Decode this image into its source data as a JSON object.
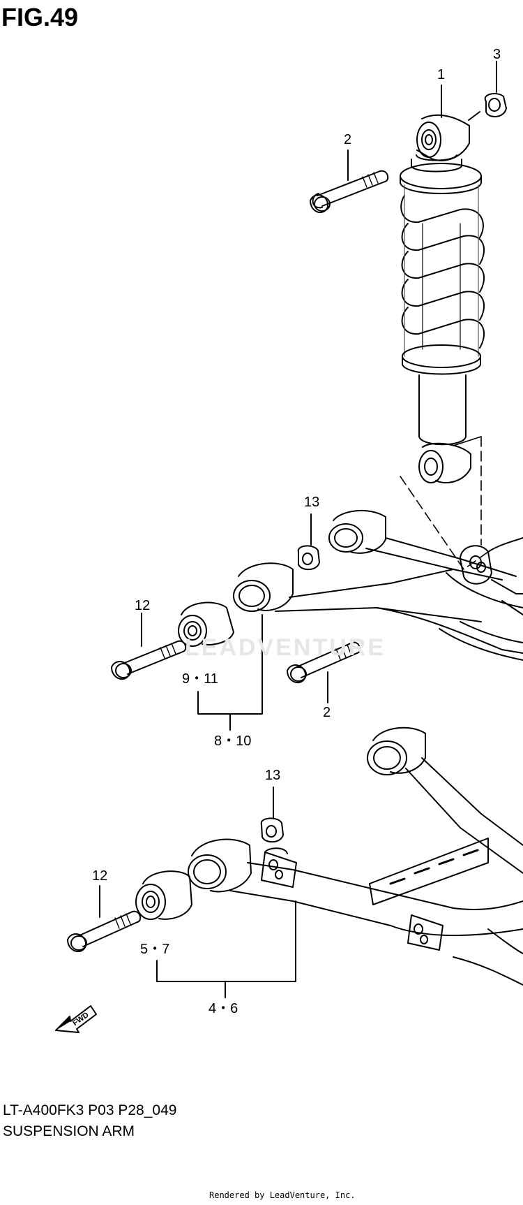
{
  "figure": {
    "title": "FIG.49"
  },
  "callouts": {
    "c1": "1",
    "c2_top": "2",
    "c3": "3",
    "c13_upper": "13",
    "c12_upper": "12",
    "c9_11": "9・11",
    "c2_lower": "2",
    "c8_10": "8・10",
    "c13_lower": "13",
    "c12_lower": "12",
    "c5_7": "5・7",
    "c4_6": "4・6"
  },
  "fwd_label": "FWD",
  "watermark": "LEADVENTURE",
  "model_code": "LT-A400FK3 P03 P28_049",
  "caption": "SUSPENSION ARM",
  "footer": "Rendered by LeadVenture, Inc.",
  "icons": [
    "fwd-arrow-icon",
    "shock-absorber",
    "bolt",
    "nut",
    "bushing",
    "upper-suspension-arm",
    "lower-suspension-arm"
  ]
}
